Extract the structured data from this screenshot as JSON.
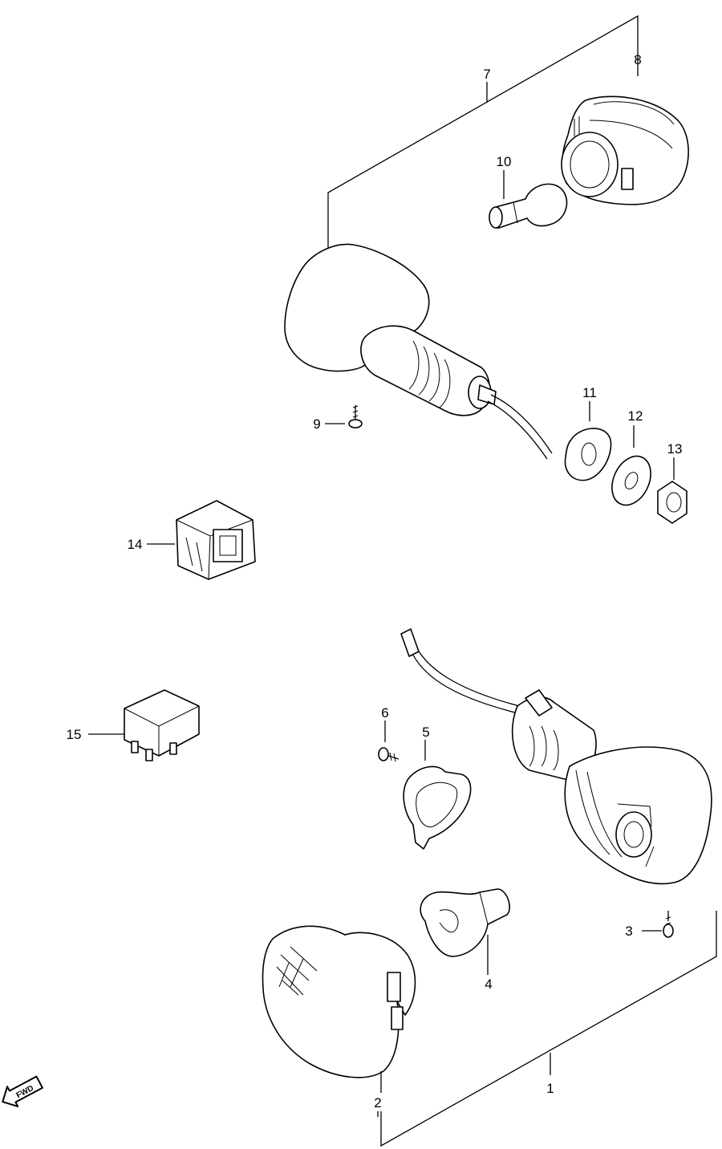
{
  "diagram": {
    "callouts": [
      {
        "id": "1",
        "text": "1"
      },
      {
        "id": "2",
        "text": "2"
      },
      {
        "id": "3",
        "text": "3"
      },
      {
        "id": "4",
        "text": "4"
      },
      {
        "id": "5",
        "text": "5"
      },
      {
        "id": "6",
        "text": "6"
      },
      {
        "id": "7",
        "text": "7"
      },
      {
        "id": "8",
        "text": "8"
      },
      {
        "id": "9",
        "text": "9"
      },
      {
        "id": "10",
        "text": "10"
      },
      {
        "id": "11",
        "text": "11"
      },
      {
        "id": "12",
        "text": "12"
      },
      {
        "id": "13",
        "text": "13"
      },
      {
        "id": "14",
        "text": "14"
      },
      {
        "id": "15",
        "text": "15"
      }
    ],
    "fwd_arrow": {
      "text": "FWD",
      "icon": "fwd-arrow-icon"
    }
  }
}
